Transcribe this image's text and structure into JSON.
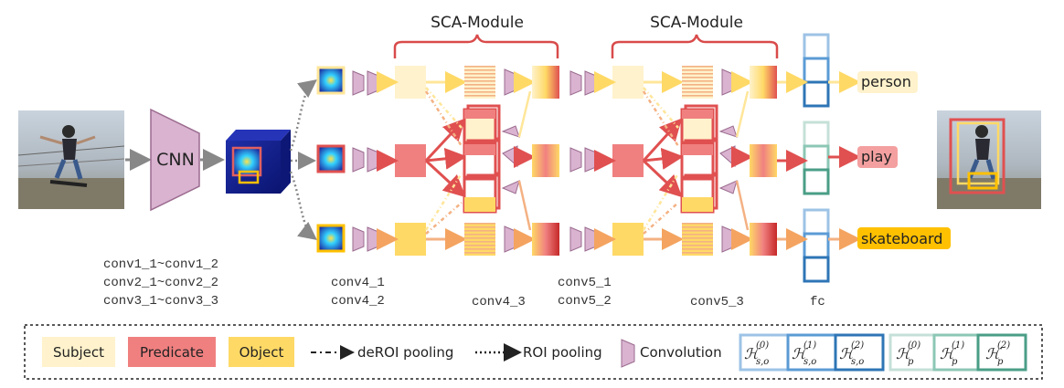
{
  "colors": {
    "subject": "#fff2cc",
    "predicate": "#f08080",
    "object": "#ffd966",
    "subject_arrow": "#ffe699",
    "predicate_arrow": "#e05050",
    "object_arrow": "#f4b183",
    "conv_fill": "#d9b3d0",
    "conv_stroke": "#9b6b8f",
    "bracket": "#d94b4b",
    "fc_light": "#9dc3e6",
    "fc_mid": "#5b9bd5",
    "fc_dark": "#2e75b6",
    "pred_fc_light": "#c5e0d8",
    "pred_fc_mid": "#8cc7b5",
    "pred_fc_dark": "#4a9e86"
  },
  "modules": [
    {
      "title": "SCA-Module"
    },
    {
      "title": "SCA-Module"
    }
  ],
  "backbone": {
    "label": "CNN"
  },
  "layer_labels": {
    "backbone": [
      "conv1_1~conv1_2",
      "conv2_1~conv2_2",
      "conv3_1~conv3_3"
    ],
    "stage4a": [
      "conv4_1",
      "conv4_2"
    ],
    "stage4b": [
      "conv4_3"
    ],
    "stage5a": [
      "conv5_1",
      "conv5_2"
    ],
    "stage5b": [
      "conv5_3"
    ],
    "fc": [
      "fc"
    ]
  },
  "outputs": [
    {
      "label": "person",
      "role": "subject"
    },
    {
      "label": "play",
      "role": "predicate"
    },
    {
      "label": "skateboard",
      "role": "object"
    }
  ],
  "legend": {
    "subject": "Subject",
    "predicate": "Predicate",
    "object": "Object",
    "deroi": "deROI pooling",
    "roi": "ROI pooling",
    "convolution": "Convolution",
    "hso": [
      {
        "sup": "(0)"
      },
      {
        "sup": "(1)"
      },
      {
        "sup": "(2)"
      }
    ],
    "hp": [
      {
        "sup": "(0)"
      },
      {
        "sup": "(1)"
      },
      {
        "sup": "(2)"
      }
    ],
    "h_symbol": "ℋ",
    "so_sub": "s,o",
    "p_sub": "p"
  }
}
